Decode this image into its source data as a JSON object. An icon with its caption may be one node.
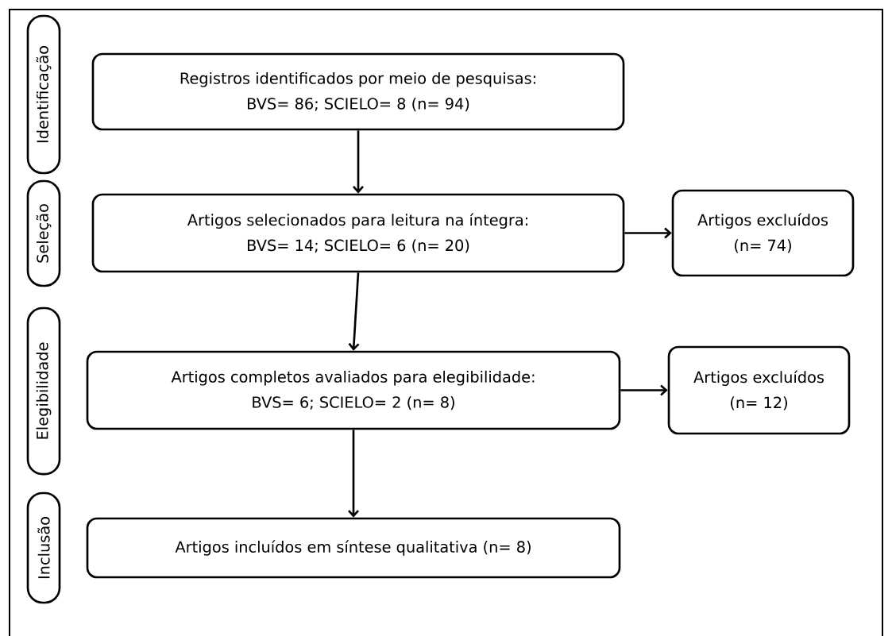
{
  "diagram": {
    "nodes": [
      {
        "text": [
          "Identificação"
        ]
      },
      {
        "text": [
          "Registros identificados por meio de pesquisas:",
          "BVS= 86; SCIELO= 8 (n= 94)"
        ]
      },
      {
        "text": [
          "Seleção"
        ]
      },
      {
        "text": [
          "Artigos selecionados para leitura na íntegra:",
          "BVS= 14; SCIELO= 6 (n= 20)"
        ]
      },
      {
        "text": [
          "Artigos excluídos",
          "(n= 74)"
        ]
      },
      {
        "text": [
          "Elegibilidade"
        ]
      },
      {
        "text": [
          "Artigos completos avaliados para elegibilidade:",
          "BVS= 6; SCIELO= 2 (n= 8)"
        ]
      },
      {
        "text": [
          "Artigos excluídos",
          "(n= 12)"
        ]
      },
      {
        "text": [
          "Inclusão"
        ]
      },
      {
        "text": [
          "Artigos incluídos em síntese qualitativa (n= 8)"
        ]
      }
    ],
    "edges": [
      {
        "from": 1,
        "to": 3,
        "arrow": "to"
      },
      {
        "from": 3,
        "to": 4,
        "arrow": "to"
      },
      {
        "from": 3,
        "to": 6,
        "arrow": "to"
      },
      {
        "from": 6,
        "to": 7,
        "arrow": "to"
      },
      {
        "from": 6,
        "to": 9,
        "arrow": "to"
      }
    ]
  }
}
